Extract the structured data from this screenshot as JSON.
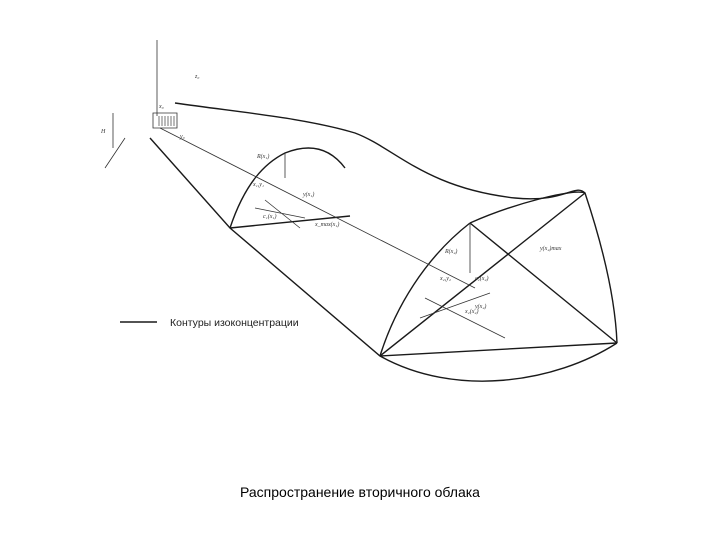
{
  "caption": "Распространение вторичного облака",
  "legend": {
    "label": "Контуры изоконцентрации"
  },
  "labels": {
    "height": "H",
    "section1": [
      "R(x₁)",
      "x₁,y₁",
      "y(x₁)",
      "c₁(x₁)",
      "x_max(x₁)"
    ],
    "section2": [
      "R(x₂)",
      "x₂,y₂",
      "c₂(x₂)",
      "y(x₂)",
      "x₂(x₂)",
      "y(x₂)max"
    ],
    "source": [
      "x₀",
      "y₀",
      "z₀"
    ]
  },
  "colors": {
    "line": "#1a1a1a",
    "background": "#ffffff",
    "caption": "#000000"
  }
}
